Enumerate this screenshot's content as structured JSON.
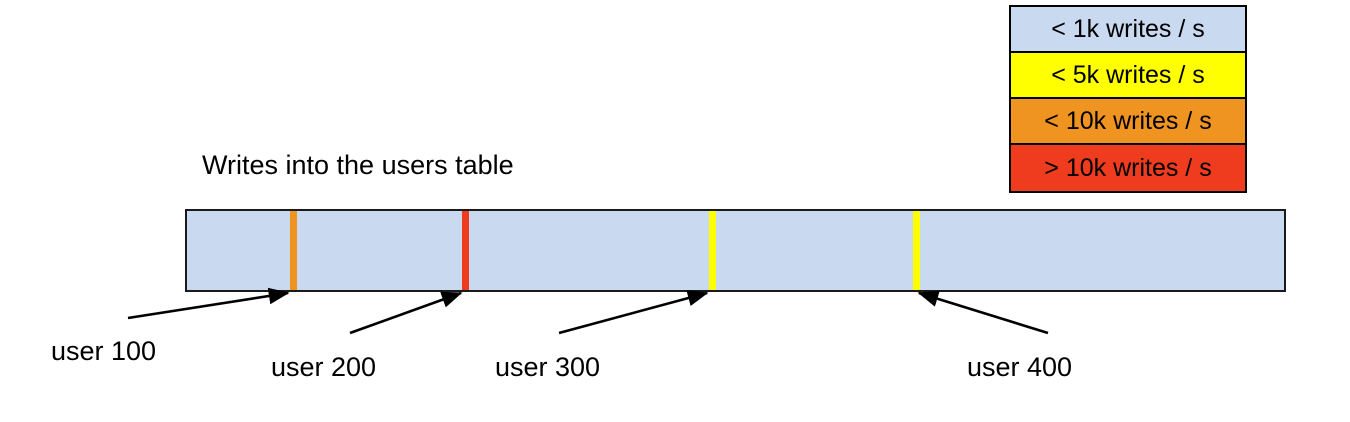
{
  "chart_data": {
    "type": "bar",
    "title": "Writes into the users table",
    "xlabel": "",
    "ylabel": "",
    "orientation": "horizontal-range-bar",
    "description": "A single horizontal band representing the users table keyspace, colored by write rate, with colored stripes marking hot user rows.",
    "base_color": "#c9d9ef",
    "base_category": "< 1k writes / s",
    "categories": [
      "< 1k writes / s",
      "< 5k writes / s",
      "< 10k writes / s",
      "> 10k writes / s"
    ],
    "colors": [
      "#c9d9ef",
      "#ffff00",
      "#ef9421",
      "#ef3c1f"
    ],
    "markers": [
      {
        "label": "user 100",
        "category": "< 10k writes / s",
        "color": "#ef9421",
        "position_pct": 9.6
      },
      {
        "label": "user 200",
        "category": "> 10k writes / s",
        "color": "#ef3c1f",
        "position_pct": 25.2
      },
      {
        "label": "user 300",
        "category": "< 5k writes / s",
        "color": "#ffff00",
        "position_pct": 47.6
      },
      {
        "label": "user 400",
        "category": "< 5k writes / s",
        "color": "#ffff00",
        "position_pct": 66.2
      }
    ]
  },
  "legend": {
    "rows": [
      {
        "label": "< 1k writes / s",
        "color": "#c9d9ef"
      },
      {
        "label": "< 5k writes / s",
        "color": "#ffff00"
      },
      {
        "label": "< 10k writes / s",
        "color": "#ef9421"
      },
      {
        "label": "> 10k writes / s",
        "color": "#ef3c1f"
      }
    ]
  },
  "annotations": {
    "labels": [
      "user 100",
      "user 200",
      "user 300",
      "user 400"
    ]
  }
}
